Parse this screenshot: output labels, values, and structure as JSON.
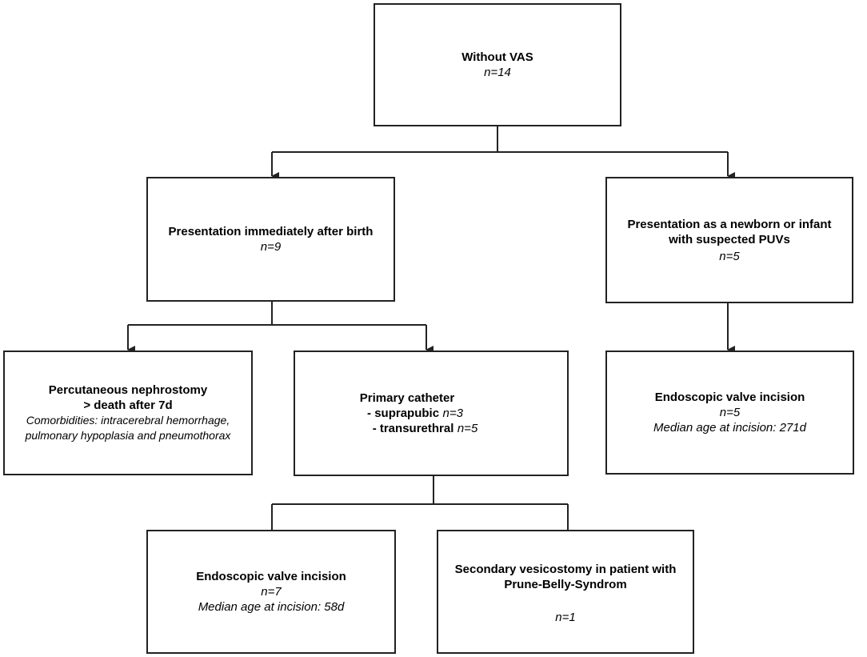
{
  "nodes": {
    "root": {
      "title": "Without VAS",
      "n": "n=14"
    },
    "birth": {
      "title": "Presentation immediately after birth",
      "n": "n=9"
    },
    "newborn": {
      "title_l1": "Presentation as a newborn or infant",
      "title_l2": "with suspected PUVs",
      "n": "n=5"
    },
    "nephrostomy": {
      "title_l1": "Percutaneous nephrostomy",
      "title_l2": "> death after 7d",
      "comorb_l1": "Comorbidities: intracerebral hemorrhage,",
      "comorb_l2": "pulmonary hypoplasia and pneumothorax"
    },
    "catheter": {
      "title": "Primary catheter",
      "supra_label": "- suprapubic",
      "supra_n": "n=3",
      "trans_label": "- transurethral",
      "trans_n": "n=5"
    },
    "endo_right": {
      "title": "Endoscopic valve incision",
      "n": "n=5",
      "median": "Median age at incision: 271d"
    },
    "endo_bottom": {
      "title": "Endoscopic valve incision",
      "n": "n=7",
      "median": "Median age at incision: 58d"
    },
    "vesicostomy": {
      "title_l1": "Secondary vesicostomy in patient with",
      "title_l2": "Prune-Belly-Syndrom",
      "n": "n=1"
    }
  }
}
